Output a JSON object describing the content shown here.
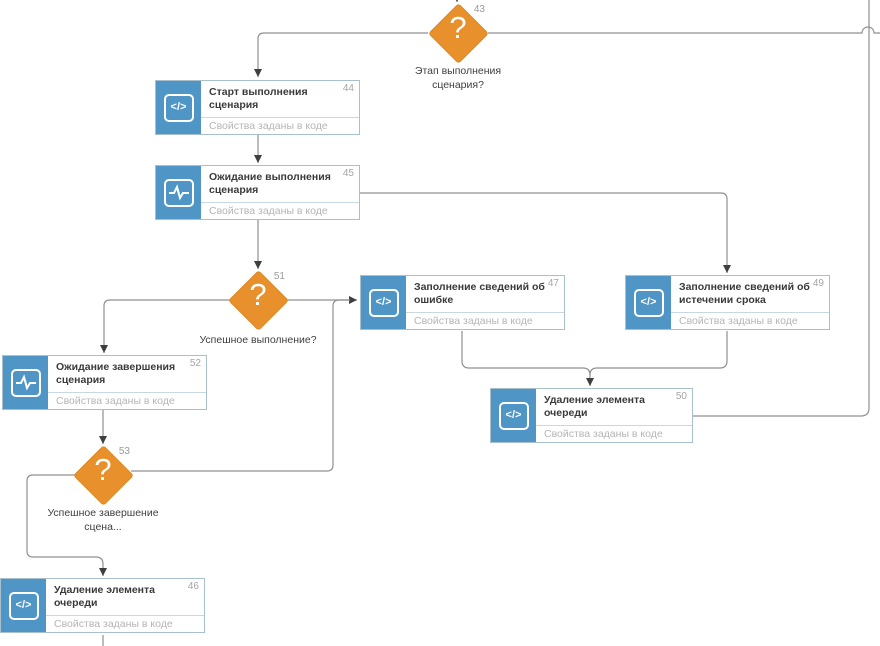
{
  "canvas": {
    "background": "#ffffff"
  },
  "colors": {
    "decision_fill": "#E8912C",
    "action_icon_fill": "#4F96C6",
    "box_border": "#A8BFCC",
    "wire": "#909090",
    "arrow": "#3F3F3F",
    "title_text": "#3A3A3A",
    "muted_text": "#B5B5B5"
  },
  "icons": {
    "question_mark": "?",
    "code_glyph": "</>"
  },
  "nodes": {
    "d43": {
      "number": "43",
      "label": "Этап выполнения сценария?"
    },
    "b44": {
      "number": "44",
      "title": "Старт выполнения сценария",
      "subtitle": "Свойства заданы в коде"
    },
    "b45": {
      "number": "45",
      "title": "Ожидание выполнения сценария",
      "subtitle": "Свойства заданы в коде"
    },
    "d51": {
      "number": "51",
      "label": "Успешное выполнение?"
    },
    "b47": {
      "number": "47",
      "title": "Заполнение сведений об ошибке",
      "subtitle": "Свойства заданы в коде"
    },
    "b49": {
      "number": "49",
      "title": "Заполнение сведений об истечении срока",
      "subtitle": "Свойства заданы в коде"
    },
    "b52": {
      "number": "52",
      "title": "Ожидание завершения сценария",
      "subtitle": "Свойства заданы в коде"
    },
    "d53": {
      "number": "53",
      "label": "Успешное завершение сцена..."
    },
    "b50": {
      "number": "50",
      "title": "Удаление элемента очереди",
      "subtitle": "Свойства заданы в коде"
    },
    "b46": {
      "number": "46",
      "title": "Удаление элемента очереди",
      "subtitle": "Свойства заданы в коде"
    }
  }
}
